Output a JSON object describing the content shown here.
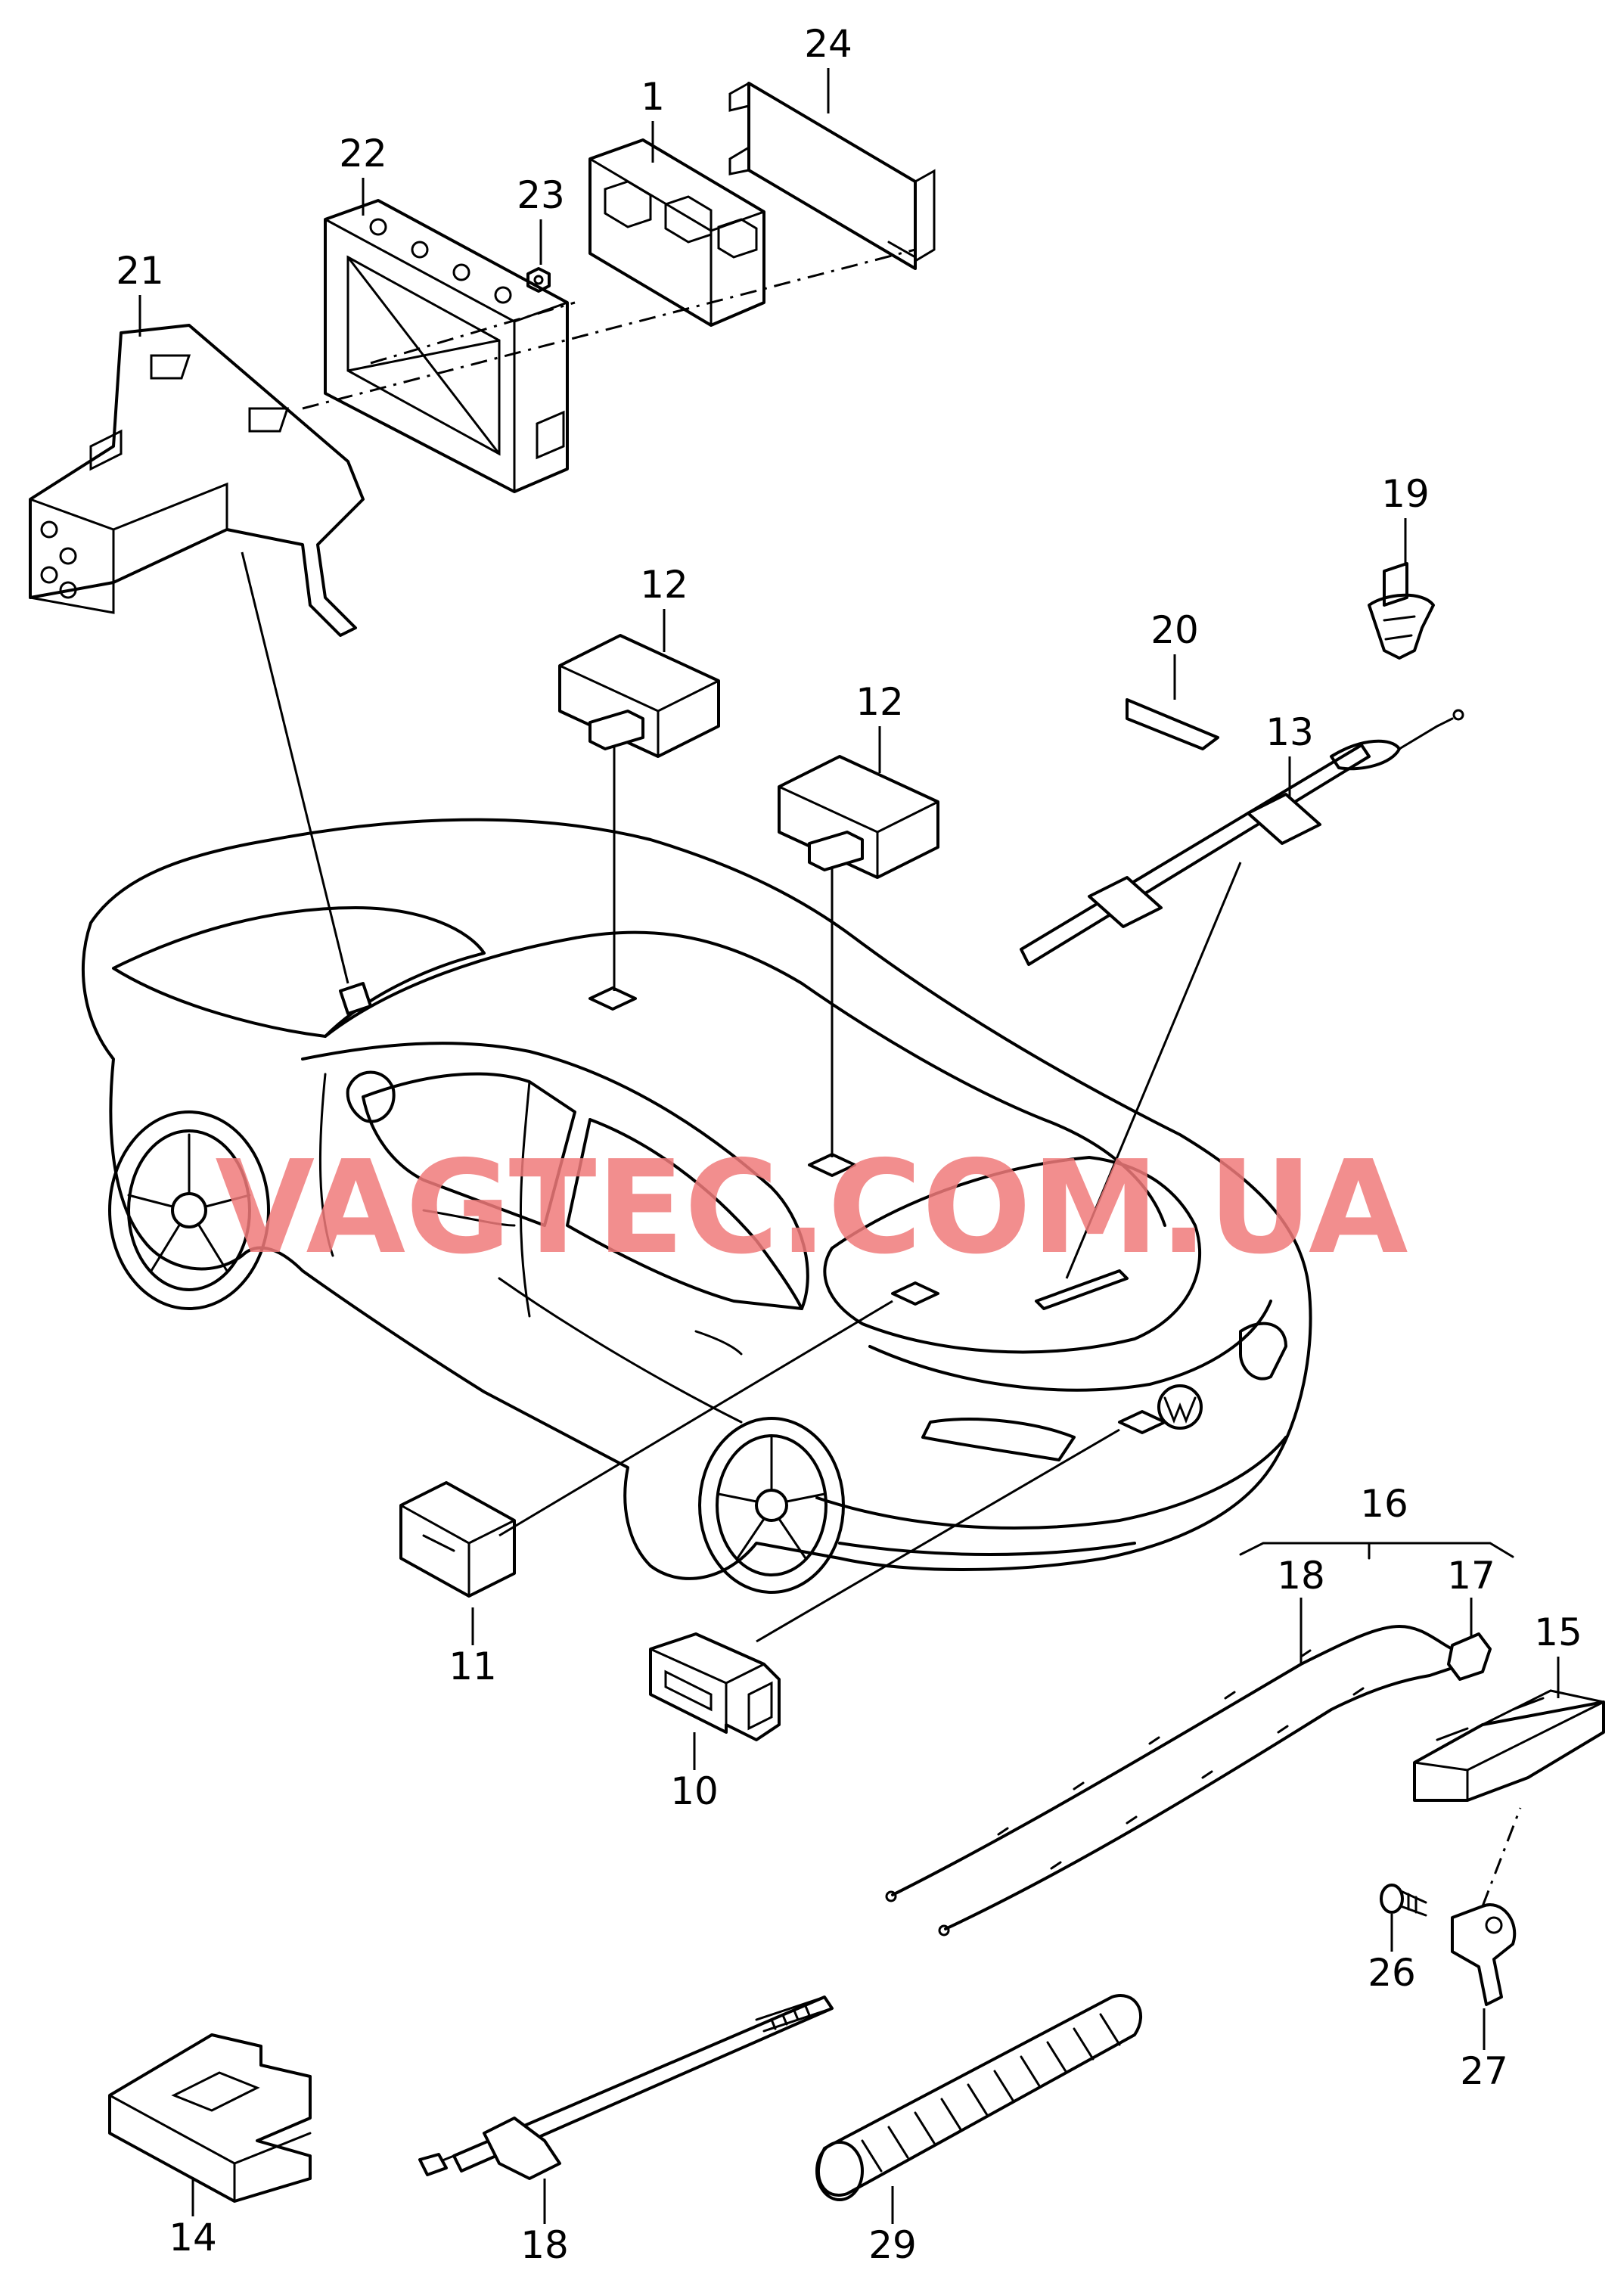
{
  "watermark": "VAGTEC.COM.UA",
  "callouts": {
    "c1": "1",
    "c10": "10",
    "c11": "11",
    "c12a": "12",
    "c12b": "12",
    "c13": "13",
    "c14": "14",
    "c15": "15",
    "c16": "16",
    "c17": "17",
    "c18a": "18",
    "c18b": "18",
    "c19": "19",
    "c20": "20",
    "c21": "21",
    "c22": "22",
    "c23": "23",
    "c24": "24",
    "c26": "26",
    "c27": "27",
    "c29": "29"
  },
  "colors": {
    "line": "#000000",
    "watermark": "#f07b7b",
    "background": "#ffffff"
  }
}
